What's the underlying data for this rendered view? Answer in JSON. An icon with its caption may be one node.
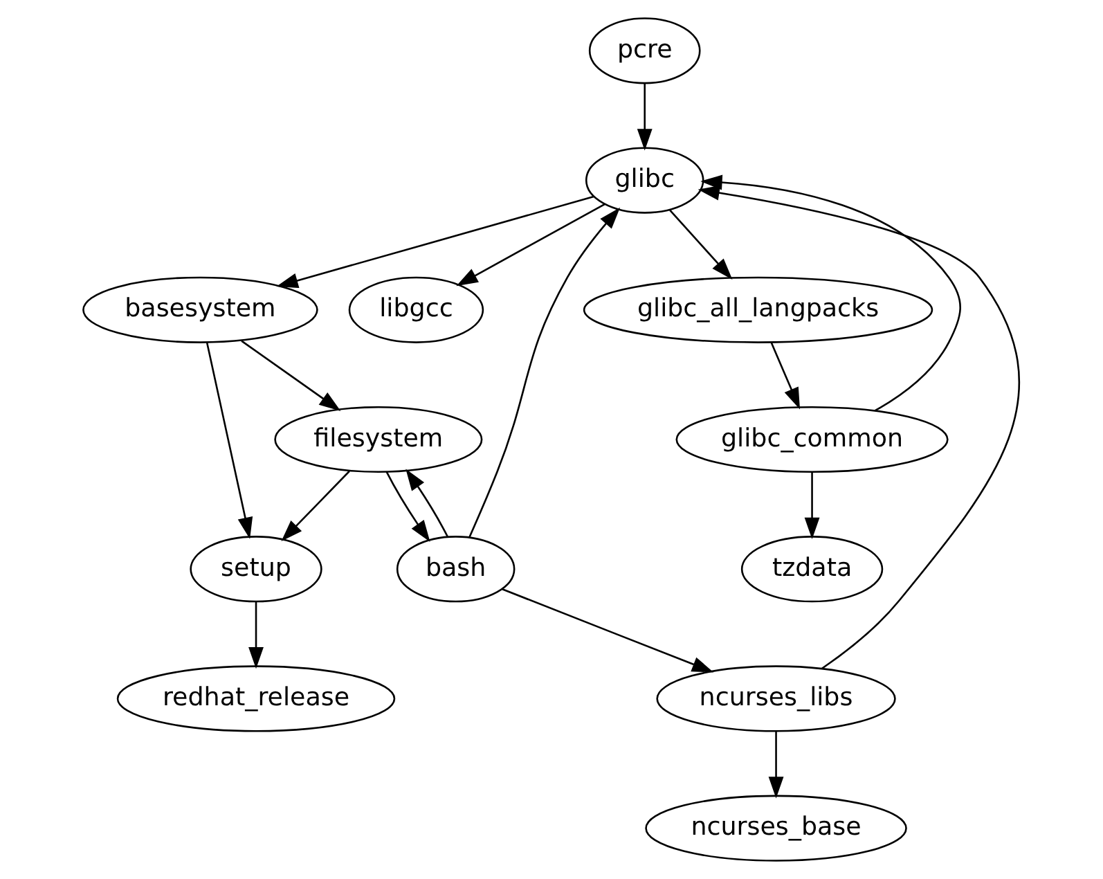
{
  "diagram": {
    "nodes": [
      {
        "text": [
          "pcre"
        ]
      },
      {
        "text": [
          "glibc"
        ]
      },
      {
        "text": [
          "basesystem"
        ]
      },
      {
        "text": [
          "libgcc"
        ]
      },
      {
        "text": [
          "glibc_all_langpacks"
        ]
      },
      {
        "text": [
          "filesystem"
        ]
      },
      {
        "text": [
          "glibc_common"
        ]
      },
      {
        "text": [
          "setup"
        ]
      },
      {
        "text": [
          "bash"
        ]
      },
      {
        "text": [
          "tzdata"
        ]
      },
      {
        "text": [
          "redhat_release"
        ]
      },
      {
        "text": [
          "ncurses_libs"
        ]
      },
      {
        "text": [
          "ncurses_base"
        ]
      }
    ],
    "edges": [
      {
        "from": 0,
        "to": 1,
        "arrow": "to"
      },
      {
        "from": 1,
        "to": 2,
        "arrow": "to"
      },
      {
        "from": 1,
        "to": 3,
        "arrow": "to"
      },
      {
        "from": 1,
        "to": 4,
        "arrow": "to"
      },
      {
        "from": 2,
        "to": 5,
        "arrow": "to"
      },
      {
        "from": 2,
        "to": 7,
        "arrow": "to"
      },
      {
        "from": 4,
        "to": 6,
        "arrow": "to"
      },
      {
        "from": 6,
        "to": 1,
        "arrow": "to"
      },
      {
        "from": 6,
        "to": 9,
        "arrow": "to"
      },
      {
        "from": 5,
        "to": 7,
        "arrow": "to"
      },
      {
        "from": 5,
        "to": 8,
        "arrow": "to"
      },
      {
        "from": 8,
        "to": 5,
        "arrow": "to"
      },
      {
        "from": 8,
        "to": 1,
        "arrow": "to"
      },
      {
        "from": 8,
        "to": 11,
        "arrow": "to"
      },
      {
        "from": 7,
        "to": 10,
        "arrow": "to"
      },
      {
        "from": 11,
        "to": 1,
        "arrow": "to"
      },
      {
        "from": 11,
        "to": 12,
        "arrow": "to"
      }
    ]
  }
}
